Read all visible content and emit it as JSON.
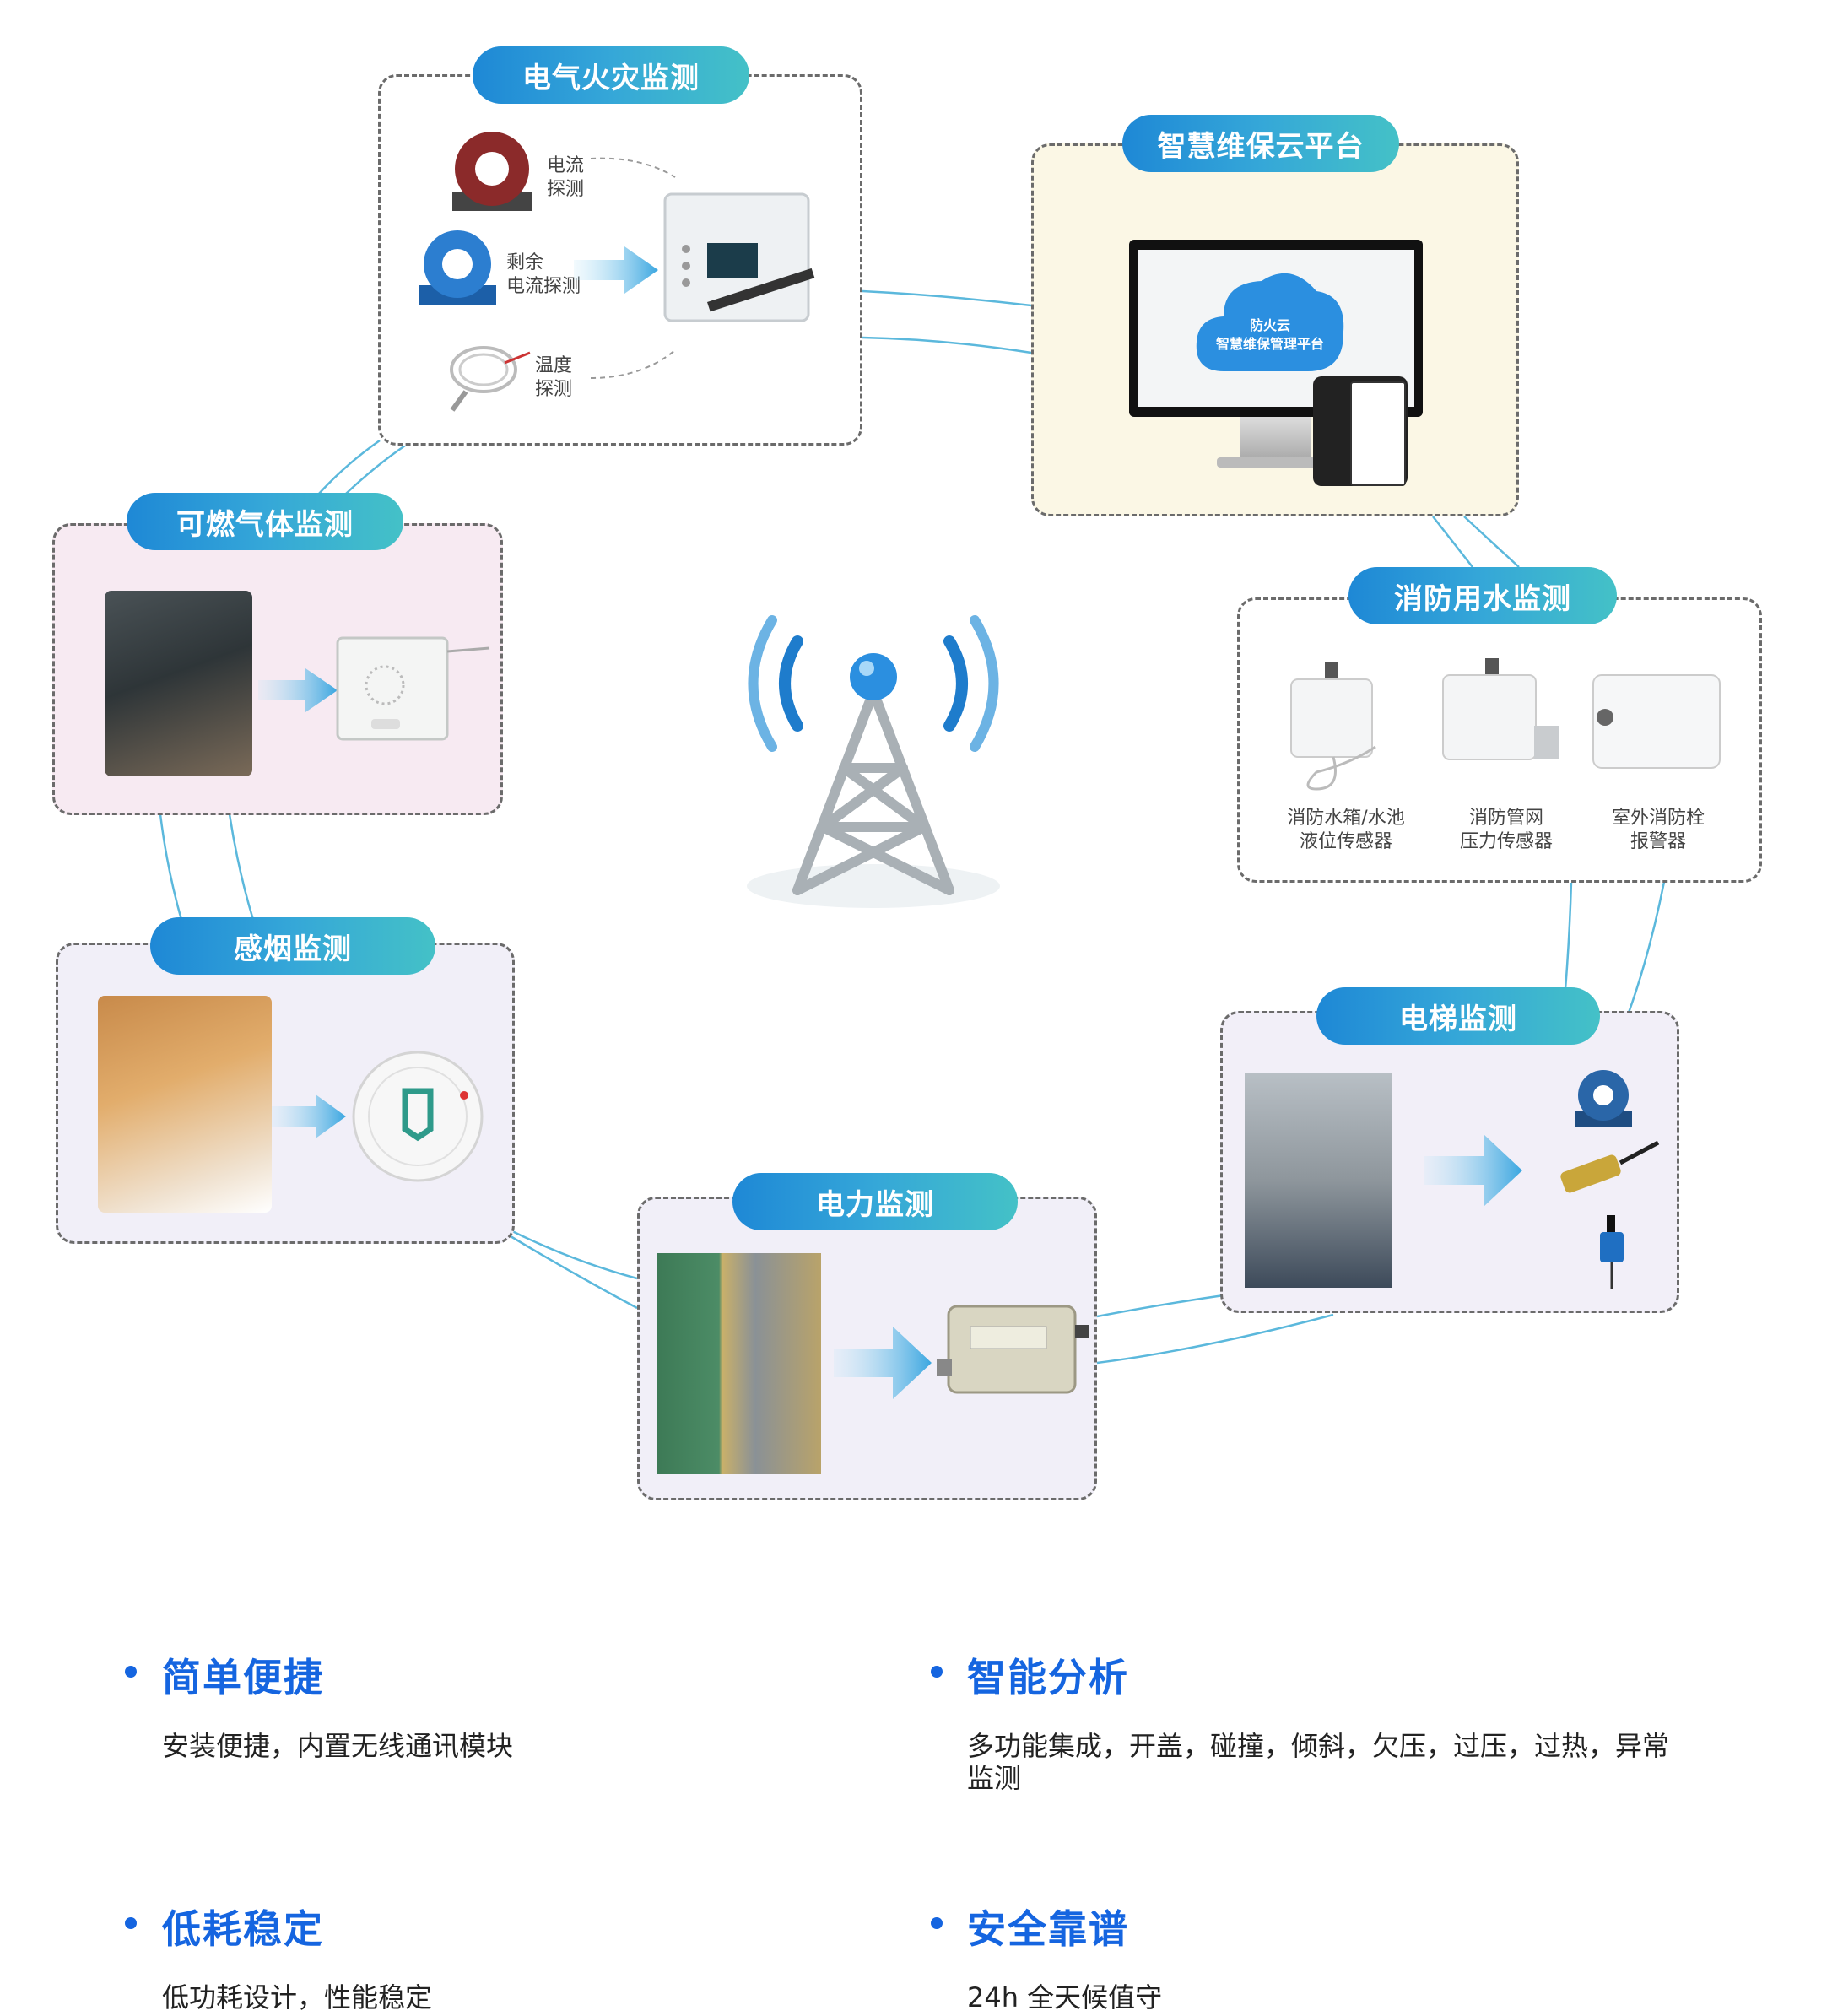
{
  "modules": {
    "electrical": {
      "title": "电气火灾监测",
      "labels": [
        "电流\n探测",
        "剩余\n电流探测",
        "温度\n探测"
      ]
    },
    "cloud": {
      "title": "智慧维保云平台",
      "cloud_text_1": "防火云",
      "cloud_text_2": "智慧维保管理平台"
    },
    "gas": {
      "title": "可燃气体监测"
    },
    "water": {
      "title": "消防用水监测",
      "labels": [
        "消防水箱/水池\n液位传感器",
        "消防管网\n压力传感器",
        "室外消防栓\n报警器"
      ]
    },
    "smoke": {
      "title": "感烟监测"
    },
    "elevator": {
      "title": "电梯监测"
    },
    "power": {
      "title": "电力监测"
    }
  },
  "features": [
    {
      "title": "简单便捷",
      "desc": "安装便捷，内置无线通讯模块"
    },
    {
      "title": "智能分析",
      "desc": "多功能集成，开盖，碰撞，倾斜，欠压，过压，过热，异常\n监测"
    },
    {
      "title": "低耗稳定",
      "desc": "低功耗设计，性能稳定"
    },
    {
      "title": "安全靠谱",
      "desc": "24h 全天候值守"
    }
  ],
  "colors": {
    "accent": "#1565e0",
    "pill_start": "#1e88d6",
    "pill_end": "#44c1c7",
    "link": "#5bb8dc"
  },
  "icons": [
    "signal-tower-icon",
    "arrow-right-icon",
    "cloud-icon"
  ]
}
